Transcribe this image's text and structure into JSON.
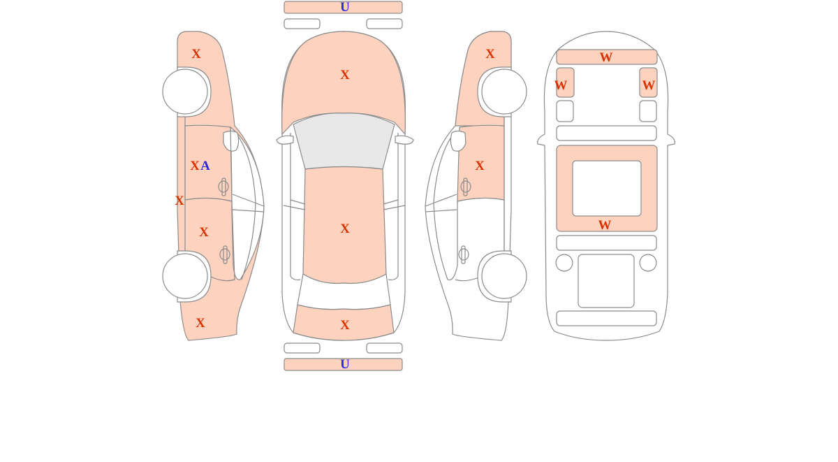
{
  "colors": {
    "damaged_fill": "#fdd3c0",
    "clean_fill": "#ffffff",
    "glass_fill": "#e8e8e8",
    "outline": "#8a8a8a",
    "mark_red": "#d93200",
    "mark_blue": "#2a2ad0"
  },
  "marks": {
    "left_front_fender": "X",
    "left_front_door": "X",
    "left_front_door_extra": "A",
    "left_sill": "X",
    "left_rear_door": "X",
    "left_rear_quarter": "X",
    "hood": "X",
    "roof": "X",
    "trunk": "X",
    "front_bumper": "U",
    "rear_bumper": "U",
    "right_front_fender": "X",
    "right_front_door": "X",
    "windshield": "W",
    "left_front_window": "W",
    "right_front_window": "W",
    "sunroof_rear": "W"
  }
}
